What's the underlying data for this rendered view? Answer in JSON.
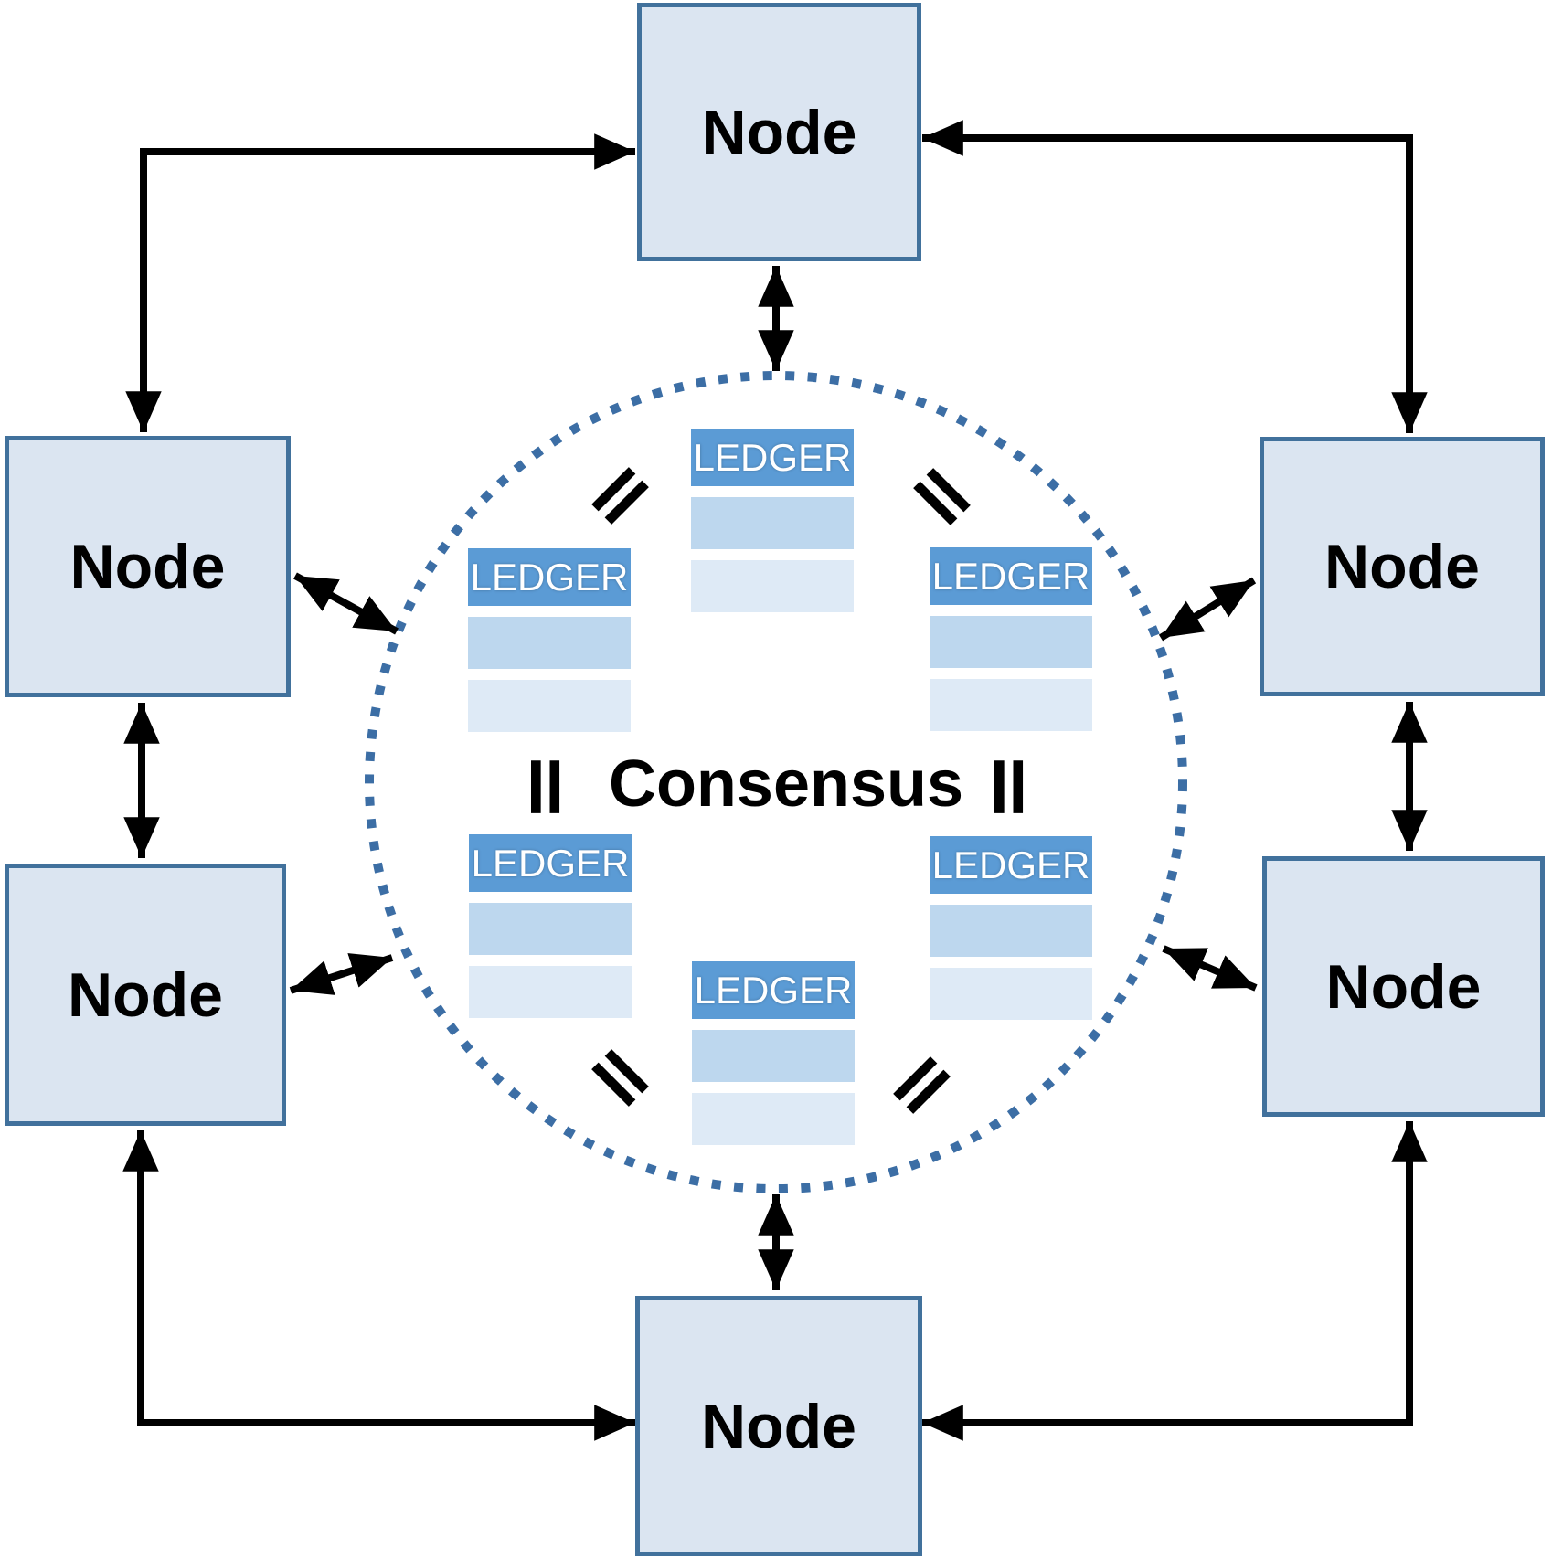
{
  "diagram": {
    "consensus_label": "Consensus",
    "equals_glyph": "=",
    "nodes": [
      {
        "id": "top",
        "label": "Node"
      },
      {
        "id": "left-upper",
        "label": "Node"
      },
      {
        "id": "left-lower",
        "label": "Node"
      },
      {
        "id": "right-upper",
        "label": "Node"
      },
      {
        "id": "right-lower",
        "label": "Node"
      },
      {
        "id": "bottom",
        "label": "Node"
      }
    ],
    "ledgers": [
      {
        "id": "top",
        "label": "LEDGER",
        "rows": 2
      },
      {
        "id": "left",
        "label": "LEDGER",
        "rows": 2
      },
      {
        "id": "right",
        "label": "LEDGER",
        "rows": 2
      },
      {
        "id": "lower-left",
        "label": "LEDGER",
        "rows": 2
      },
      {
        "id": "lower-right",
        "label": "LEDGER",
        "rows": 2
      },
      {
        "id": "bottom",
        "label": "LEDGER",
        "rows": 2
      }
    ]
  },
  "colors": {
    "node_fill": "#dbe5f1",
    "node_border": "#41719c",
    "ledger_header": "#5b9bd5",
    "ledger_row_medium": "#bdd7ee",
    "ledger_row_light": "#deeaf6",
    "ledger_text": "#ffffff",
    "circle_dot": "#3c6ea5",
    "arrow": "#000000"
  }
}
